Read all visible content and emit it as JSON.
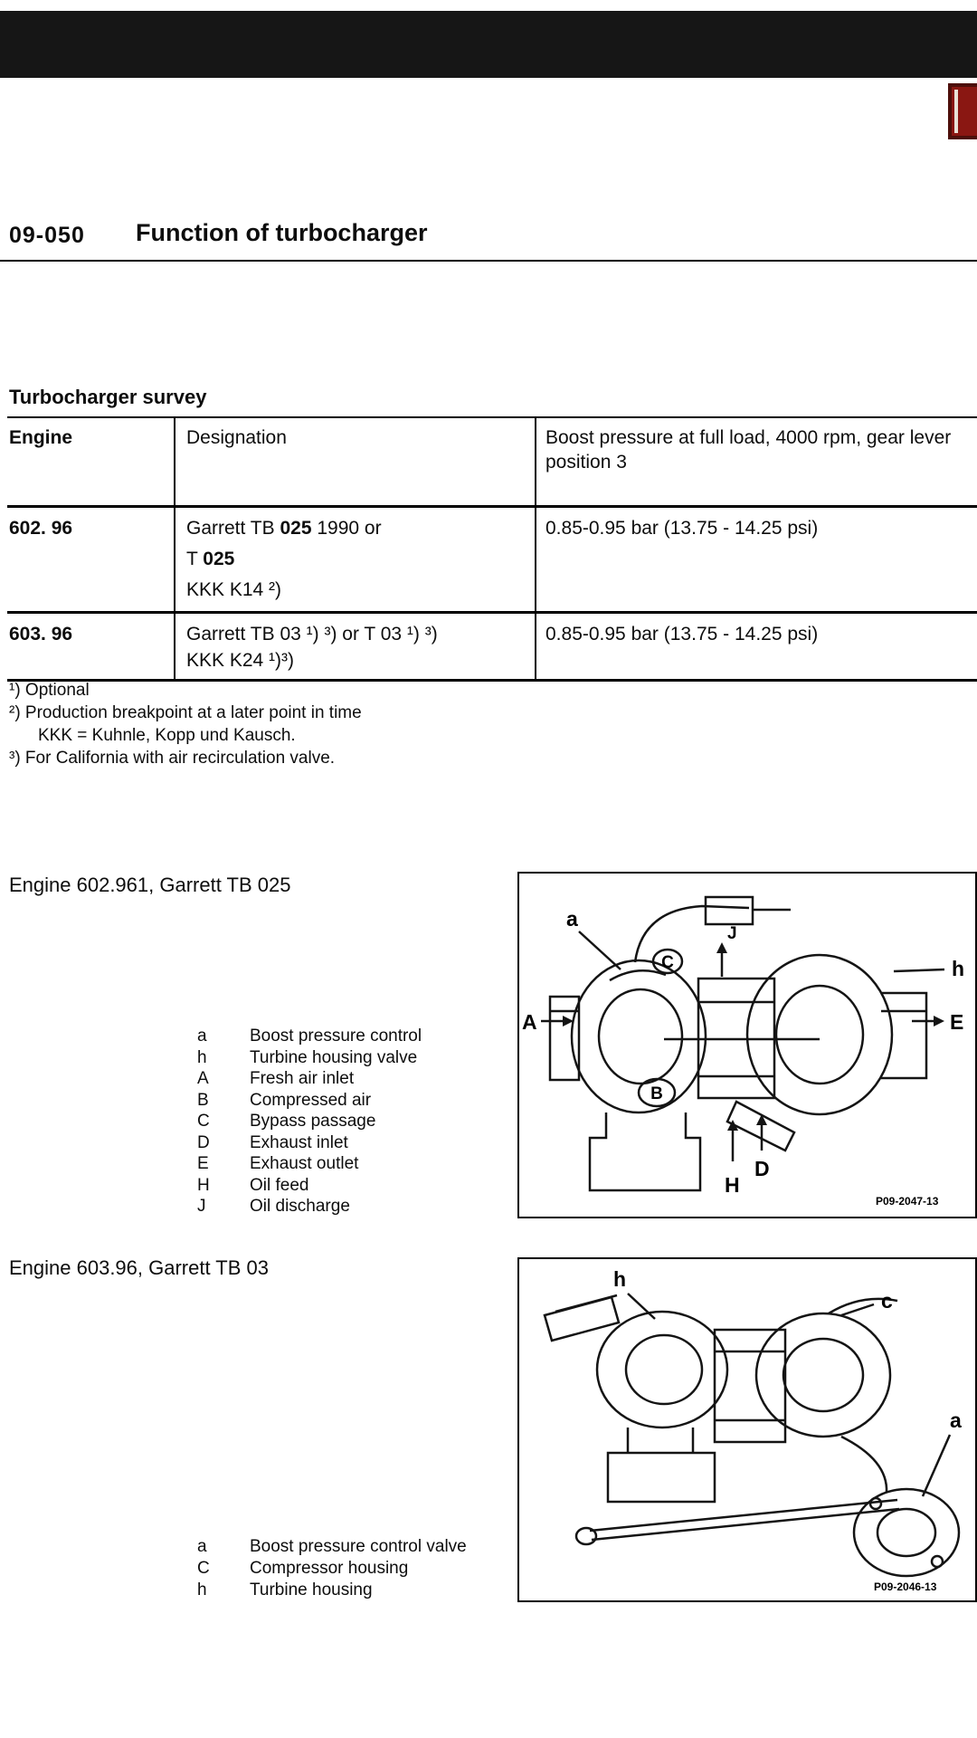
{
  "page": {
    "section_number": "09-050",
    "title": "Function of turbocharger"
  },
  "survey": {
    "heading": "Turbocharger survey",
    "columns": [
      "Engine",
      "Designation",
      "Boost pressure at full load, 4000 rpm, gear lever position 3"
    ],
    "rows": [
      {
        "engine": "602. 96",
        "designation": {
          "l1_pre": "Garrett TB ",
          "l1_bold": "025",
          "l1_post": "  1990 or",
          "l2_pre": "T ",
          "l2_bold": "025",
          "l3": "KKK K14 ²)"
        },
        "boost": "0.85-0.95 bar  (13.75 - 14.25 psi)"
      },
      {
        "engine": "603. 96",
        "designation": {
          "l1": "Garrett TB 03 ¹) ³) or T 03 ¹) ³)",
          "l2": "KKK K24 ¹)³)"
        },
        "boost": "0.85-0.95 bar  (13.75 - 14.25 psi)"
      }
    ]
  },
  "footnotes": [
    "¹) Optional",
    "²) Production breakpoint at a later point in time",
    "KKK = Kuhnle, Kopp und Kausch.",
    "³) For California with air recirculation valve."
  ],
  "figure1": {
    "heading": "Engine 602.961, Garrett TB 025",
    "legend": [
      {
        "key": "a",
        "text": "Boost pressure control"
      },
      {
        "key": "h",
        "text": "Turbine housing valve"
      },
      {
        "key": "A",
        "text": "Fresh air inlet"
      },
      {
        "key": "B",
        "text": "Compressed air"
      },
      {
        "key": "C",
        "text": "Bypass passage"
      },
      {
        "key": "D",
        "text": "Exhaust inlet"
      },
      {
        "key": "E",
        "text": "Exhaust outlet"
      },
      {
        "key": "H",
        "text": "Oil feed"
      },
      {
        "key": "J",
        "text": "Oil discharge"
      }
    ],
    "callouts": {
      "a": "a",
      "C": "C",
      "J": "J",
      "h": "h",
      "A": "A",
      "E": "E",
      "B": "B",
      "H": "H",
      "D": "D"
    },
    "code": "P09-2047-13"
  },
  "figure2": {
    "heading": "Engine 603.96, Garrett TB 03",
    "legend": [
      {
        "key": "a",
        "text": "Boost pressure control valve"
      },
      {
        "key": "C",
        "text": "Compressor housing"
      },
      {
        "key": "h",
        "text": "Turbine housing"
      }
    ],
    "callouts": {
      "h": "h",
      "c": "c",
      "a": "a"
    },
    "code": "P09-2046-13"
  }
}
